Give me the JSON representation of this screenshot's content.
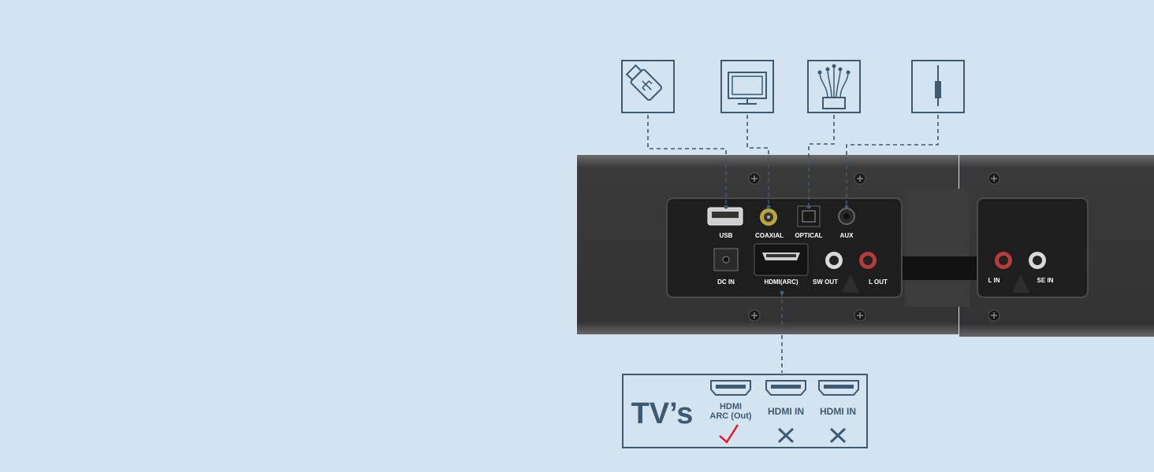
{
  "device_ports": {
    "usb": "USB",
    "coaxial": "COAXIAL",
    "optical": "OPTICAL",
    "aux": "AUX",
    "dc_in": "DC  IN",
    "hdmi_arc": "HDMI(ARC)",
    "sw_out": "SW  OUT",
    "l_out": "L  OUT",
    "l_in": "L  IN",
    "se_in": "SE  IN"
  },
  "connection_icons": [
    "usb-drive-icon",
    "tv-icon",
    "optical-fiber-icon",
    "aux-jack-icon"
  ],
  "tv_box": {
    "title": "TV’s",
    "options": [
      {
        "line1": "HDMI",
        "line2": "ARC (Out)",
        "status": "check"
      },
      {
        "line1": "HDMI IN",
        "line2": "",
        "status": "cross"
      },
      {
        "line1": "HDMI IN",
        "line2": "",
        "status": "cross"
      }
    ]
  },
  "colors": {
    "background": "#d3e3f0",
    "accent": "#3d5a73",
    "check": "#e31b23",
    "panel": "#2b2b2b"
  }
}
